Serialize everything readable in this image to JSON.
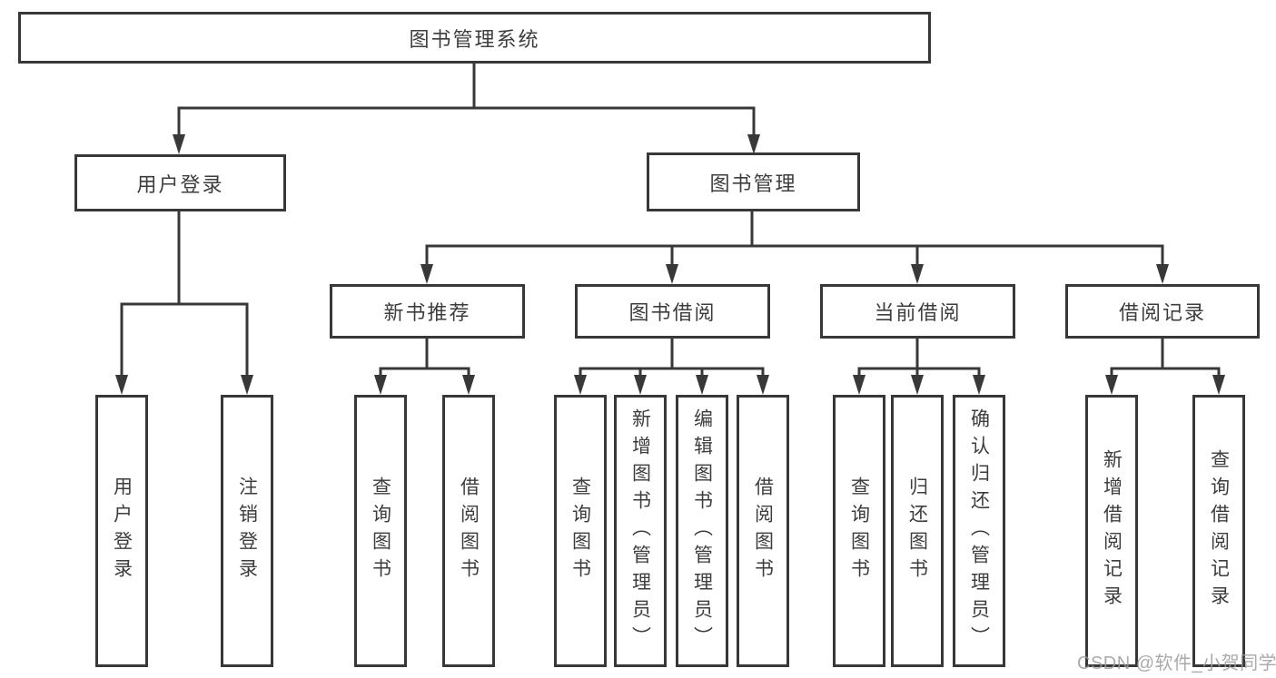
{
  "colors": {
    "line": "#383838",
    "text": "#3d3d3d",
    "watermark": "#9c9c9c",
    "background": "#ffffff"
  },
  "nodes": {
    "root": "图书管理系统",
    "user_login": "用户登录",
    "book_management": "图书管理",
    "new_book_recommendation": "新书推荐",
    "book_borrowing": "图书借阅",
    "current_borrowing": "当前借阅",
    "borrowing_records": "借阅记录"
  },
  "leaves": {
    "user_login": "用户登录",
    "logout_login": "注销登录",
    "recommend_query_books": "查询图书",
    "recommend_borrow_books": "借阅图书",
    "borrow_query_books": "查询图书",
    "borrow_add_books": "新增图书（管理员）",
    "borrow_edit_books": "编辑图书（管理员）",
    "borrow_borrow_books": "借阅图书",
    "current_query_books": "查询图书",
    "current_return_books": "归还图书",
    "current_confirm_return": "确认归还（管理员）",
    "records_add_record": "新增借阅记录",
    "records_query_record": "查询借阅记录"
  },
  "watermark": "CSDN @软件_小贺同学"
}
